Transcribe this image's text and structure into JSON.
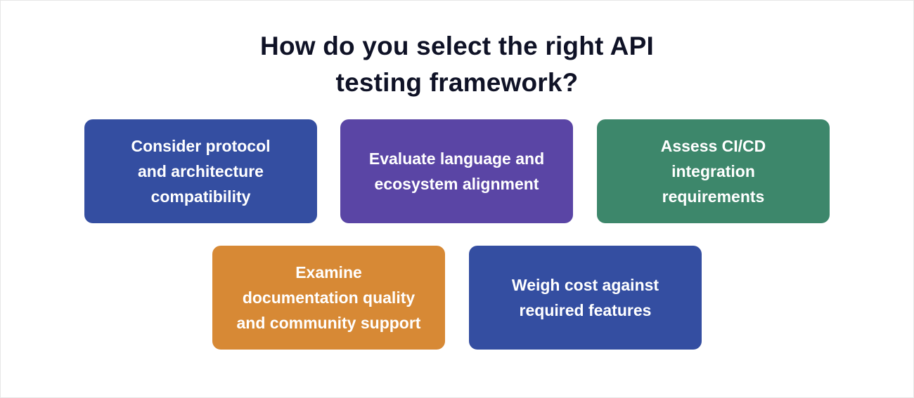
{
  "title": {
    "lines": [
      "How do you select the right API",
      "testing framework?"
    ]
  },
  "colors": {
    "title_text": "#0f1226",
    "box_text": "#ffffff",
    "blue": "#344ea1",
    "purple": "#5a45a5",
    "green": "#3d876b",
    "orange": "#d78935",
    "background": "#ffffff",
    "border": "#e6e6e6"
  },
  "boxes": [
    {
      "lines": [
        "Consider protocol",
        "and architecture",
        "compatibility"
      ],
      "color": "#344ea1"
    },
    {
      "lines": [
        "Evaluate language and",
        "ecosystem alignment"
      ],
      "color": "#5a45a5"
    },
    {
      "lines": [
        "Assess CI/CD",
        "integration",
        "requirements"
      ],
      "color": "#3d876b"
    },
    {
      "lines": [
        "Examine",
        "documentation quality",
        "and community support"
      ],
      "color": "#d78935"
    },
    {
      "lines": [
        "Weigh cost against",
        "required features"
      ],
      "color": "#344ea1"
    }
  ]
}
